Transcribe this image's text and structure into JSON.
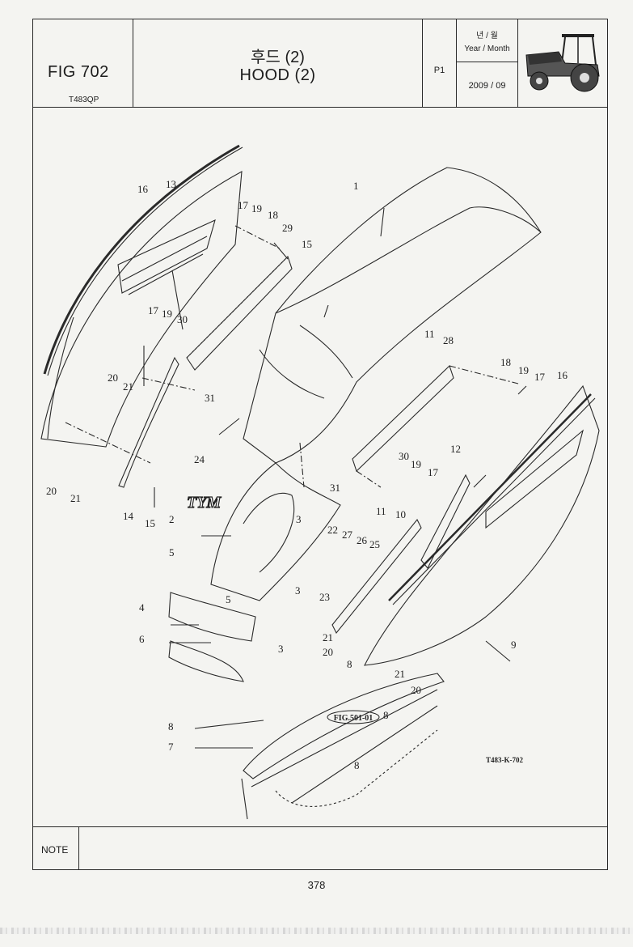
{
  "header": {
    "fig_no": "FIG 702",
    "model": "T483QP",
    "title_ko": "후드 (2)",
    "title_en": "HOOD (2)",
    "page_id": "P1",
    "year_month_label_ko": "년 / 월",
    "year_month_label_en": "Year / Month",
    "year_month_value": "2009  / 09",
    "thumbnail_icon": "tractor-icon"
  },
  "drawing": {
    "figure_ref": "FIG.501-01",
    "drawing_code": "T483-K-702",
    "badge_text": "TYM",
    "callouts": {
      "c1": "1",
      "c2": "2",
      "c3a": "3",
      "c3b": "3",
      "c3c": "3",
      "c4": "4",
      "c5a": "5",
      "c5b": "5",
      "c6": "6",
      "c7": "7",
      "c8a": "8",
      "c8b": "8",
      "c8c": "8",
      "c8d": "8",
      "c9": "9",
      "c10": "10",
      "c11a": "11",
      "c11b": "11",
      "c12": "12",
      "c13": "13",
      "c14": "14",
      "c15a": "15",
      "c15b": "15",
      "c16a": "16",
      "c16b": "16",
      "c17a": "17",
      "c17b": "17",
      "c17c": "17",
      "c17d": "17",
      "c18a": "18",
      "c18b": "18",
      "c19a": "19",
      "c19b": "19",
      "c19c": "19",
      "c19d": "19",
      "c20a": "20",
      "c20b": "20",
      "c20c": "20",
      "c20d": "20",
      "c21a": "21",
      "c21b": "21",
      "c21c": "21",
      "c21d": "21",
      "c22": "22",
      "c23": "23",
      "c24": "24",
      "c25": "25",
      "c26": "26",
      "c27": "27",
      "c28": "28",
      "c29": "29",
      "c30a": "30",
      "c30b": "30",
      "c31a": "31",
      "c31b": "31"
    }
  },
  "note": {
    "label": "NOTE",
    "text": ""
  },
  "footer": {
    "page_number": "378"
  }
}
